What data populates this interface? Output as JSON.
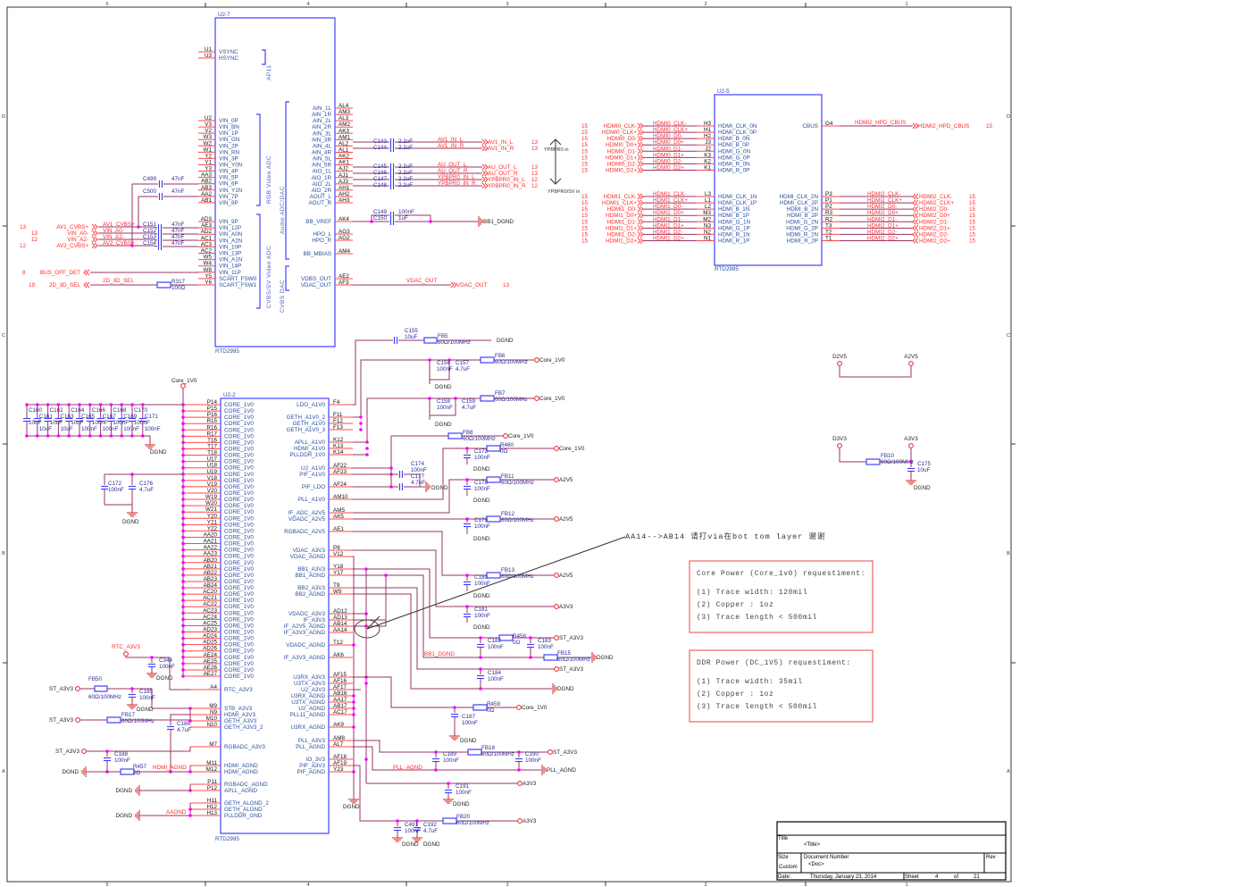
{
  "frame": {
    "cols": [
      "5",
      "4",
      "3",
      "2",
      "1"
    ],
    "rows": [
      "D",
      "C",
      "B",
      "A"
    ]
  },
  "u2_7": {
    "ref": "U2-7",
    "part": "RTD2995",
    "left_top": [
      [
        "U1",
        "VSYNC"
      ],
      [
        "U3",
        "HSYNC"
      ]
    ],
    "left_rgb": [
      [
        "U2",
        "VIN_0P"
      ],
      [
        "V3",
        "VIN_BN"
      ],
      [
        "V2",
        "VIN_1P"
      ],
      [
        "W3",
        "VIN_GN"
      ],
      [
        "W2",
        "VIN_2P"
      ],
      [
        "W1",
        "VIN_RN"
      ],
      [
        "Y2",
        "VIN_3P"
      ],
      [
        "Y1",
        "VIN_Y0N"
      ],
      [
        "Y3",
        "VIN_4P"
      ],
      [
        "AA3",
        "VIN_5P"
      ],
      [
        "AB2",
        "VIN_6P"
      ],
      [
        "AB3",
        "VIN_Y1N"
      ],
      [
        "AA2",
        "VIN_7P"
      ],
      [
        "AB1",
        "VIN_8P"
      ]
    ],
    "left_cvbs": [
      [
        "AD3",
        "VIN_9P"
      ],
      [
        "AE3",
        "VIN_12P"
      ],
      [
        "AD2",
        "VIN_A0N"
      ],
      [
        "AC1",
        "VIN_A2N"
      ],
      [
        "AC3",
        "VIN_10P"
      ],
      [
        "AC2",
        "VIN_13P"
      ],
      [
        "W5",
        "VIN_A1N"
      ],
      [
        "W4",
        "VIN_14P"
      ],
      [
        "W8",
        "VIN_11P"
      ],
      [
        "Y5",
        "SCART_FSW0"
      ],
      [
        "Y6",
        "SCART_FSW1"
      ]
    ],
    "right_audio": [
      [
        "AL4",
        "AIN_1L"
      ],
      [
        "AM3",
        "AIN_1R"
      ],
      [
        "AL3",
        "AIN_2L"
      ],
      [
        "AM2",
        "AIN_2R"
      ],
      [
        "AK3",
        "AIN_3L"
      ],
      [
        "AM1",
        "AIN_3R"
      ],
      [
        "AL2",
        "AIN_4L"
      ],
      [
        "AL1",
        "AIN_4R"
      ],
      [
        "AK2",
        "AIN_5L"
      ],
      [
        "AK1",
        "AIN_5R"
      ],
      [
        "AJ2",
        "AIO_1L"
      ],
      [
        "AJ1",
        "AIO_1R"
      ],
      [
        "AJ3",
        "AIO_2L"
      ],
      [
        "AH1",
        "AIO_2R"
      ],
      [
        "AH2",
        "AOUT_L"
      ],
      [
        "AH3",
        "AOUT_R"
      ]
    ],
    "right_lower": [
      [
        "AK4",
        "BB_VREF"
      ],
      [
        "AG3",
        "HPO_L"
      ],
      [
        "AG2",
        "HPO_R"
      ],
      [
        "AM4",
        "BB_MBIAS"
      ],
      [
        "AE2",
        "VDBS_OUT"
      ],
      [
        "AF3",
        "VDAC_OUT"
      ]
    ],
    "groups": [
      "AP11",
      "RGB Video ADC",
      "CVBS/SV Video ADC",
      "Audio ADC/DAC",
      "CVBS DAC"
    ]
  },
  "u2_7_nets": {
    "left": [
      [
        "13",
        "AV1_CVBS+"
      ],
      [
        "13",
        "VIN_A0-"
      ],
      [
        "12",
        "VIN_A2-"
      ],
      [
        "12",
        "AV2_CVBS+"
      ]
    ],
    "bus_off": [
      "8",
      "BUS_OFF_DET"
    ],
    "sel": [
      "19",
      "2D_3D_SEL"
    ],
    "right": [
      [
        "AV1_IN_L",
        "13"
      ],
      [
        "AV1_IN_R",
        "13"
      ],
      [
        "AU_OUT_L",
        "13"
      ],
      [
        "AU_OUT_R",
        "13"
      ],
      [
        "YPBPR0_IN_L",
        "12"
      ],
      [
        "YPBPR0_IN_R",
        "12"
      ]
    ],
    "bb_gnd": "BB1_DGND",
    "vdac": [
      "VDAC_OUT",
      "13"
    ],
    "ypbpr_notes": [
      "YPBPR0 in",
      "YPBPR0/SV in"
    ]
  },
  "u2_5": {
    "ref": "U2-5",
    "part": "RTD2995",
    "page": "15",
    "hdmi0": [
      [
        "H3",
        "HDMI_CLK_0N",
        "HDMI0_CLK-"
      ],
      [
        "H1",
        "HDMI_CLK_0P",
        "HDMI0_CLK+"
      ],
      [
        "H2",
        "HDMI_B_0N",
        "HDMI0_D0-"
      ],
      [
        "J3",
        "HDMI_B_0P",
        "HDMI0_D0+"
      ],
      [
        "J2",
        "HDMI_G_0N",
        "HDMI0_D1-"
      ],
      [
        "K3",
        "HDMI_G_0P",
        "HDMI0_D1+"
      ],
      [
        "K2",
        "HDMI_R_0N",
        "HDMI0_D2-"
      ],
      [
        "K1",
        "HDMI_R_0P",
        "HDMI0_D2+"
      ]
    ],
    "hdmi1": [
      [
        "L3",
        "HDMI_CLK_1N",
        "HDMI1_CLK-"
      ],
      [
        "L1",
        "HDMI_CLK_1P",
        "HDMI1_CLK+"
      ],
      [
        "L2",
        "HDMI_B_1N",
        "HDMI1_D0-"
      ],
      [
        "M3",
        "HDMI_B_1P",
        "HDMI1_D0+"
      ],
      [
        "M2",
        "HDMI_G_1N",
        "HDMI1_D1-"
      ],
      [
        "N3",
        "HDMI_G_1P",
        "HDMI1_D1+"
      ],
      [
        "N2",
        "HDMI_R_1N",
        "HDMI1_D2-"
      ],
      [
        "N1",
        "HDMI_R_1P",
        "HDMI1_D2+"
      ]
    ],
    "hdmi2": [
      [
        "P3",
        "HDMI_CLK_2N",
        "HDMI2_CLK-"
      ],
      [
        "P1",
        "HDMI_CLK_2P",
        "HDMI2_CLK+"
      ],
      [
        "P2",
        "HDMI_B_2N",
        "HDMI2_D0-"
      ],
      [
        "R3",
        "HDMI_B_2P",
        "HDMI2_D0+"
      ],
      [
        "R2",
        "HDMI_G_2N",
        "HDMI2_D1-"
      ],
      [
        "T3",
        "HDMI_G_2P",
        "HDMI2_D1+"
      ],
      [
        "T2",
        "HDMI_R_2N",
        "HDMI2_D2-"
      ],
      [
        "T1",
        "HDMI_R_2P",
        "HDMI2_D2+"
      ]
    ],
    "cbus": [
      "G4",
      "CBUS",
      "HDMI2_HPD_CBUS"
    ]
  },
  "u2_2": {
    "ref": "U2-2",
    "part": "RTD2995",
    "core_name": "CORE_1V0",
    "core_net": "Core_1V0",
    "core_pins": [
      "P14",
      "P15",
      "P16",
      "R15",
      "R16",
      "R17",
      "T16",
      "T17",
      "T18",
      "U17",
      "U18",
      "U19",
      "V18",
      "V19",
      "V20",
      "W19",
      "W20",
      "W21",
      "Y20",
      "Y21",
      "Y22",
      "AA20",
      "AA21",
      "AA22",
      "AA23",
      "AB20",
      "AB21",
      "AB22",
      "AB23",
      "AB24",
      "AC20",
      "AC21",
      "AC22",
      "AC23",
      "AC24",
      "AC25",
      "AD23",
      "AD24",
      "AD25",
      "AD26",
      "AE24",
      "AE25",
      "AE26",
      "AE27"
    ],
    "left_other": [
      [
        "A4",
        "RTC_A3V3"
      ],
      [
        "M9",
        "STB_A3V3"
      ],
      [
        "N9",
        "HDMI_A3V3"
      ],
      [
        "M10",
        "GETH_A3V3"
      ],
      [
        "N10",
        "GETH_A3V3_2"
      ],
      [
        "M7",
        "RGBADC_A3V3"
      ],
      [
        "M11",
        "HDMI_AGND"
      ],
      [
        "M12",
        "HDMI_AGND"
      ],
      [
        "P11",
        "RGBADC_AGND"
      ],
      [
        "P12",
        "APLL_AGND"
      ],
      [
        "H11",
        "GETH_ALGND_2"
      ],
      [
        "H12",
        "GETH_ALGND"
      ],
      [
        "H13",
        "PLLDDR_GND"
      ]
    ],
    "right": [
      [
        "F4",
        "LDO_A1V0"
      ],
      [
        "F11",
        "GETH_A1V0_2"
      ],
      [
        "F12",
        "GETH_A1V0"
      ],
      [
        "F13",
        "GETH_A1V0_3"
      ],
      [
        "K12",
        "APLL_A1V0"
      ],
      [
        "K13",
        "HDMI_A1V0"
      ],
      [
        "K14",
        "PLLDDR_1V0"
      ],
      [
        "AF22",
        "U2_A1V0"
      ],
      [
        "AF23",
        "PIF_A1V0"
      ],
      [
        "AF24",
        "PIF_LDO"
      ],
      [
        "AM10",
        "PLL_A1V0"
      ],
      [
        "AM5",
        "IF_ADC_A2V5"
      ],
      [
        "AK5",
        "VDADC_A2V5"
      ],
      [
        "AE1",
        "RGBADC_A2V5"
      ],
      [
        "P8",
        "VDAC_A3V3"
      ],
      [
        "V12",
        "VDAC_AGND"
      ],
      [
        "Y18",
        "BB1_A3V3"
      ],
      [
        "Y17",
        "BB1_AGND"
      ],
      [
        "T9",
        "BB2_A3V3"
      ],
      [
        "W9",
        "BB2_AGND"
      ],
      [
        "AD12",
        "VDADC_A3V3"
      ],
      [
        "AD13",
        "IF_A3V3"
      ],
      [
        "AB14",
        "IF_A2V5_AGND"
      ],
      [
        "AA14",
        "IF_A3V3_AGND"
      ],
      [
        "T12",
        "VDADC_AGND"
      ],
      [
        "AK6",
        "IF_A3V3_AGND"
      ],
      [
        "AF15",
        "U3RX_A3V3"
      ],
      [
        "AF16",
        "U3TX_A3V3"
      ],
      [
        "AF17",
        "U2_A3V3"
      ],
      [
        "AB16",
        "U3RX_AGND"
      ],
      [
        "AA17",
        "U3TX_AGND"
      ],
      [
        "AB17",
        "U2_AGND"
      ],
      [
        "AC17",
        "PLL11_AGND"
      ],
      [
        "AK9",
        "U3RX_AGND"
      ],
      [
        "AM8",
        "PLL_A3V3"
      ],
      [
        "AL7",
        "PLL_AGND"
      ],
      [
        "AF18",
        "IO_3V3"
      ],
      [
        "AF19",
        "PIF_A3V3"
      ],
      [
        "Y23",
        "PIF_AGND"
      ]
    ]
  },
  "components": [
    [
      "C155",
      "10uF"
    ],
    [
      "FB5",
      "60Ω/100MHz"
    ],
    [
      "C156",
      "100nF"
    ],
    [
      "C157",
      "4.7uF"
    ],
    [
      "FB6",
      "60Ω/100MHz"
    ],
    [
      "C158",
      "100nF"
    ],
    [
      "C159",
      "4.7uF"
    ],
    [
      "FB7",
      "60Ω/100MHz"
    ],
    [
      "FB8",
      "60Ω/100MHz"
    ],
    [
      "C173",
      "100nF"
    ],
    [
      "R460",
      "0Ω"
    ],
    [
      "C174",
      "100nF"
    ],
    [
      "C177",
      "4.7uF"
    ],
    [
      "C178",
      "100nF"
    ],
    [
      "FB11",
      "60Ω/100MHz"
    ],
    [
      "C179",
      "100nF"
    ],
    [
      "FB12",
      "60Ω/100MHz"
    ],
    [
      "C180",
      "100nF"
    ],
    [
      "FB13",
      "60Ω/100MHz"
    ],
    [
      "C181",
      "100nF"
    ],
    [
      "C182",
      "100nF"
    ],
    [
      "R458",
      "0Ω"
    ],
    [
      "C183",
      "100nF"
    ],
    [
      "FB15",
      "60Ω/100MHz"
    ],
    [
      "C184",
      "100nF"
    ],
    [
      "R459",
      "0Ω"
    ],
    [
      "C187",
      "100nF"
    ],
    [
      "FB18",
      "60Ω/100MHz"
    ],
    [
      "C189",
      "100nF"
    ],
    [
      "C190",
      "100nF"
    ],
    [
      "C191",
      "100nF"
    ],
    [
      "FB20",
      "60Ω/100MHz"
    ],
    [
      "C491",
      "100nF"
    ],
    [
      "C192",
      "4.7uF"
    ],
    [
      "C172",
      "100nF"
    ],
    [
      "C176",
      "4.7uF"
    ],
    [
      "C344",
      "100nF"
    ],
    [
      "FB50",
      "60Ω/100MHz"
    ],
    [
      "C185",
      "100nF"
    ],
    [
      "FB17",
      "60Ω/100MHz"
    ],
    [
      "C186",
      "4.7uF"
    ],
    [
      "C188",
      "100nF"
    ],
    [
      "R457",
      "0Ω"
    ],
    [
      "FB10",
      "60Ω/100MHz"
    ],
    [
      "C175",
      "10uF"
    ],
    [
      "C499",
      "47nF"
    ],
    [
      "C500",
      "47nF"
    ],
    [
      "C151",
      "47nF"
    ],
    [
      "C152",
      "47nF"
    ],
    [
      "C153",
      "47nF"
    ],
    [
      "C154",
      "47nF"
    ],
    [
      "C143",
      "2.2uF"
    ],
    [
      "C144",
      "2.2uF"
    ],
    [
      "C145",
      "2.2uF"
    ],
    [
      "C146",
      "2.2uF"
    ],
    [
      "C147",
      "2.2uF"
    ],
    [
      "C148",
      "2.2uF"
    ],
    [
      "C149",
      "100nF"
    ],
    [
      "C150",
      "1uF"
    ],
    [
      "R317",
      "100Ω"
    ],
    [
      "C160",
      "10uF"
    ],
    [
      "C161",
      "10uF"
    ],
    [
      "C162",
      "10uF"
    ],
    [
      "C163",
      "10uF"
    ],
    [
      "C164",
      "10uF"
    ],
    [
      "C165",
      "100nF"
    ],
    [
      "C166",
      "100nF"
    ],
    [
      "C167",
      "100nF"
    ],
    [
      "C168",
      "100nF"
    ],
    [
      "C169",
      "100nF"
    ],
    [
      "C170",
      "100nF"
    ],
    [
      "C171",
      "100nF"
    ]
  ],
  "power_ports": [
    "Core_1V0",
    "Core_1V0",
    "Core_1V0",
    "Core_1V0",
    "Core_1V0",
    "A2V5",
    "A2V5",
    "A2V5",
    "A3V3",
    "A3V3",
    "A3V3",
    "ST_A3V3",
    "ST_A3V3",
    "ST_A3V3",
    "ST_A3V3",
    "ST_A3V3",
    "ST_A3V3",
    "RTC_A3V3",
    "D2V5",
    "A2V5",
    "D3V3",
    "A3V3",
    "Core_1V0"
  ],
  "grounds": [
    "DGND",
    "DGND",
    "DGND",
    "DGND",
    "DGND",
    "DGND",
    "DGND",
    "DGND",
    "DGND",
    "DGND",
    "DGND",
    "DGND",
    "DGND",
    "DGND",
    "DGND",
    "DGND",
    "DGND",
    "DGND",
    "DGND",
    "DGND",
    "DGND",
    "PLL_AGND",
    "DGND",
    "DGND",
    "DGND"
  ],
  "net_labels": [
    "BB1_DGND",
    "PLL_AGND",
    "HDMI_AGND",
    "AAGND"
  ],
  "annotation": "AA14-->AB14 请打via在bot tom layer 谢谢",
  "notes": [
    {
      "title": "Core Power (Core_1v0) requestiment:",
      "lines": [
        "(1) Trace width: 120mil",
        "(2) Copper : 1oz",
        "(3) Trace length < 500mil"
      ]
    },
    {
      "title": "DDR Power (DC_1V5) requestiment:",
      "lines": [
        "(1) Trace width: 35mil",
        "(2) Copper : 1oz",
        "(3) Trace length < 500mil"
      ]
    }
  ],
  "title_block": {
    "title_label": "Title",
    "title": "<Title>",
    "size_label": "Size",
    "size": "Custom",
    "doc_label": "Document Number",
    "doc": "<Doc>",
    "rev_label": "Rev",
    "date_label": "Date:",
    "date": "Thursday, January 23, 2014",
    "sheet_label": "Sheet",
    "sheet": "4",
    "of_label": "of",
    "sheets": "21"
  }
}
